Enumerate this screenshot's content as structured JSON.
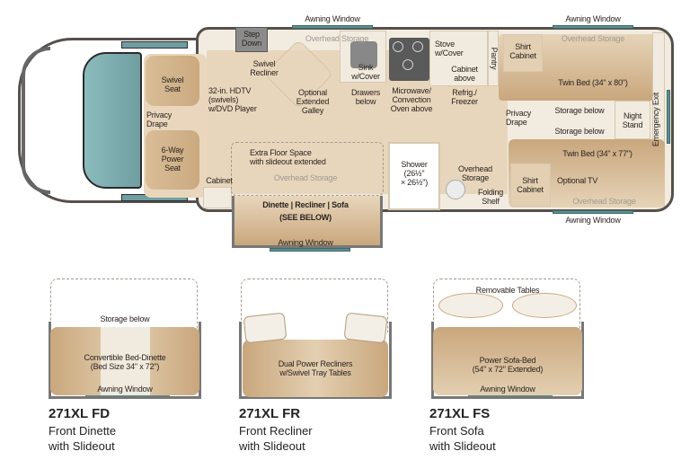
{
  "main_plan": {
    "cab": {
      "swivel_seat": "Swivel\nSeat",
      "privacy_drape": "Privacy\nDrape",
      "power_seat": "6-Way\nPower\nSeat",
      "cabinet": "Cabinet"
    },
    "top_labels": {
      "awning_window_left": "Awning Window",
      "awning_window_right": "Awning Window",
      "step_down": "Step\nDown",
      "overhead_storage": "Overhead Storage",
      "swivel_recliner": "Swivel\nRecliner",
      "hdtv": "32-in. HDTV\n(swivels)\nw/DVD Player",
      "extended_galley": "Optional\nExtended\nGalley",
      "sink": "Sink\nw/Cover",
      "drawers": "Drawers\nbelow",
      "microwave": "Microwave/\nConvection\nOven above",
      "stove": "Stove\nw/Cover",
      "cabinet_above": "Cabinet\nabove",
      "refrig": "Refrig./\nFreezer",
      "pantry": "Pantry",
      "shirt_cabinet_top": "Shirt\nCabinet",
      "overhead_storage_bed": "Overhead Storage",
      "twin_bed_top": "Twin Bed (34\" x 80\")",
      "privacy_drape_rear": "Privacy\nDrape",
      "storage_below_1": "Storage below",
      "storage_below_2": "Storage below",
      "night_stand": "Night\nStand",
      "emergency_exit": "Emergency Exit"
    },
    "bottom_labels": {
      "extra_floor": "Extra Floor Space\nwith slideout extended",
      "overhead_storage_slide": "Overhead Storage",
      "slideout_title": "Dinette | Recliner | Sofa",
      "see_below": "(SEE BELOW)",
      "slide_awning": "Awning Window",
      "shower": "Shower\n(26½\"\n× 26½\")",
      "overhead_storage_bath": "Overhead\nStorage",
      "folding_shelf": "Folding\nShelf",
      "shirt_cabinet_bottom": "Shirt\nCabinet",
      "twin_bed_bottom": "Twin Bed (34\" x 77\")",
      "optional_tv": "Optional TV",
      "overhead_storage_rear": "Overhead Storage",
      "awning_window_bottom": "Awning Window"
    }
  },
  "options": [
    {
      "model": "271XL FD",
      "line1": "Front Dinette",
      "line2": "with Slideout",
      "top_label": "Storage below",
      "center_label": "Convertible Bed-Dinette\n(Bed Size 34\" x 72\")",
      "window_label": "Awning Window"
    },
    {
      "model": "271XL FR",
      "line1": "Front Recliner",
      "line2": "with Slideout",
      "center_label": "Dual Power Recliners\nw/Swivel Tray Tables"
    },
    {
      "model": "271XL FS",
      "line1": "Front Sofa",
      "line2": "with Slideout",
      "top_label": "Removable Tables",
      "center_label": "Power Sofa-Bed\n(54\" x 72\" Extended)",
      "window_label": "Awning Window"
    }
  ],
  "colors": {
    "floor": "#e8d6bc",
    "furniture": "#c9a77d",
    "window": "#5d8e90",
    "wall": "#55504c"
  }
}
